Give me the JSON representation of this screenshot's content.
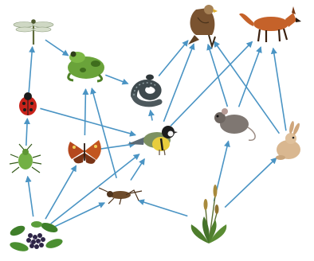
{
  "organisms": [
    {
      "id": "dragonfly",
      "icon": "dragonfly-icon"
    },
    {
      "id": "frog",
      "icon": "frog-icon"
    },
    {
      "id": "ladybug",
      "icon": "ladybug-icon"
    },
    {
      "id": "aphid",
      "icon": "aphid-icon"
    },
    {
      "id": "elderberry",
      "icon": "elderberry-plant-icon"
    },
    {
      "id": "butterfly",
      "icon": "butterfly-icon"
    },
    {
      "id": "cricket",
      "icon": "cricket-icon"
    },
    {
      "id": "snake",
      "icon": "snake-icon"
    },
    {
      "id": "bird",
      "icon": "great-tit-bird-icon"
    },
    {
      "id": "hawk",
      "icon": "hawk-icon"
    },
    {
      "id": "fox",
      "icon": "fox-icon"
    },
    {
      "id": "mouse",
      "icon": "mouse-icon"
    },
    {
      "id": "rabbit",
      "icon": "rabbit-icon"
    },
    {
      "id": "plantain",
      "icon": "plantain-plant-icon"
    }
  ],
  "links": [
    {
      "from": "elderberry",
      "to": "aphid"
    },
    {
      "from": "aphid",
      "to": "ladybug"
    },
    {
      "from": "ladybug",
      "to": "dragonfly"
    },
    {
      "from": "dragonfly",
      "to": "frog"
    },
    {
      "from": "elderberry",
      "to": "butterfly"
    },
    {
      "from": "elderberry",
      "to": "cricket"
    },
    {
      "from": "elderberry",
      "to": "bird"
    },
    {
      "from": "butterfly",
      "to": "frog"
    },
    {
      "from": "cricket",
      "to": "frog"
    },
    {
      "from": "frog",
      "to": "snake"
    },
    {
      "from": "ladybug",
      "to": "bird"
    },
    {
      "from": "butterfly",
      "to": "bird"
    },
    {
      "from": "cricket",
      "to": "bird"
    },
    {
      "from": "plantain",
      "to": "cricket"
    },
    {
      "from": "plantain",
      "to": "mouse"
    },
    {
      "from": "plantain",
      "to": "rabbit"
    },
    {
      "from": "bird",
      "to": "snake"
    },
    {
      "from": "bird",
      "to": "hawk"
    },
    {
      "from": "bird",
      "to": "fox"
    },
    {
      "from": "snake",
      "to": "hawk"
    },
    {
      "from": "mouse",
      "to": "hawk"
    },
    {
      "from": "mouse",
      "to": "fox"
    },
    {
      "from": "rabbit",
      "to": "hawk"
    },
    {
      "from": "rabbit",
      "to": "fox"
    }
  ]
}
